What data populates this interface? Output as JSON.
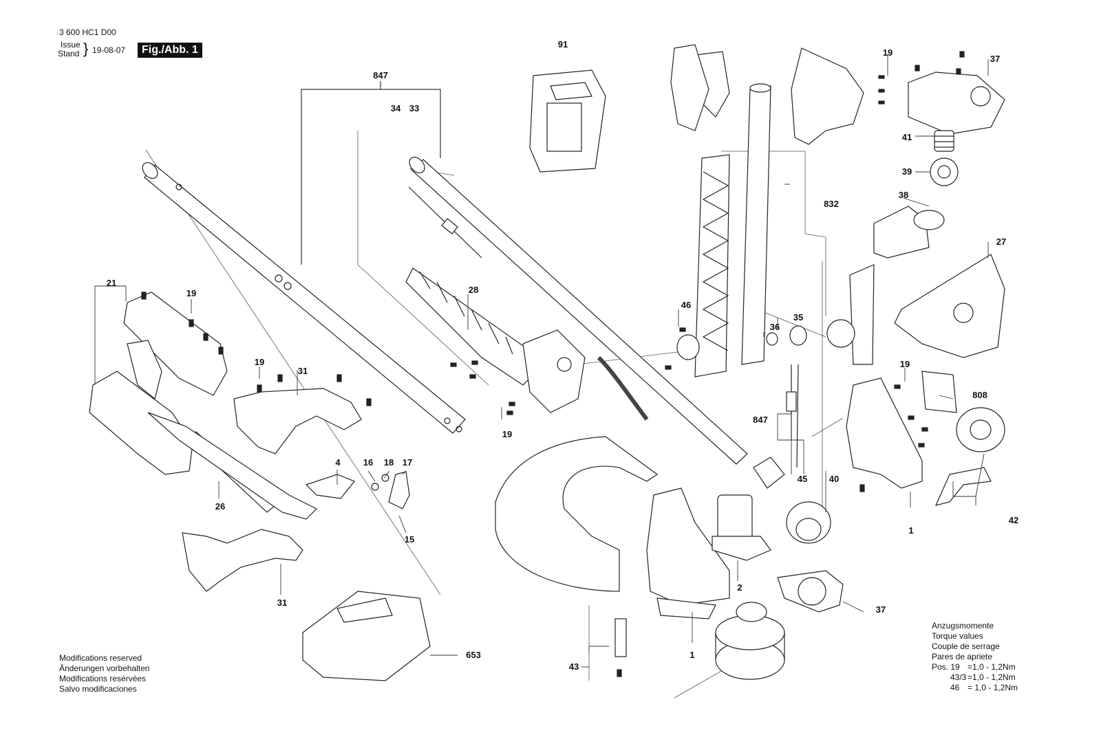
{
  "header": {
    "doc_number": "3 600 HC1 D00",
    "issue_label": "Issue",
    "stand_label": "Stand",
    "date": "19-08-07",
    "figure": "Fig./Abb. 1"
  },
  "footer_left": [
    "Modifications reserved",
    "Änderungen vorbehalten",
    "Modifications resérvées",
    "Salvo modificaciones"
  ],
  "torque": {
    "lines": [
      "Anzugsmomente",
      "Torque values",
      "Couple de serrage",
      "Pares de apriete"
    ],
    "rows": [
      {
        "pos": "Pos. 19",
        "value": "=1,0 - 1,2Nm"
      },
      {
        "pos": "43/3",
        "value": "=1,0 - 1,2Nm"
      },
      {
        "pos": "46",
        "value": "= 1,0 - 1,2Nm"
      }
    ]
  },
  "part_numbers": [
    {
      "id": "p847a",
      "label": "847"
    },
    {
      "id": "p34",
      "label": "34"
    },
    {
      "id": "p33",
      "label": "33"
    },
    {
      "id": "p91",
      "label": "91"
    },
    {
      "id": "p19a",
      "label": "19"
    },
    {
      "id": "p37a",
      "label": "37"
    },
    {
      "id": "p41",
      "label": "41"
    },
    {
      "id": "p39",
      "label": "39"
    },
    {
      "id": "p38",
      "label": "38"
    },
    {
      "id": "p832",
      "label": "832"
    },
    {
      "id": "p27",
      "label": "27"
    },
    {
      "id": "p21",
      "label": "21"
    },
    {
      "id": "p19b",
      "label": "19"
    },
    {
      "id": "p28",
      "label": "28"
    },
    {
      "id": "p46",
      "label": "46"
    },
    {
      "id": "p35",
      "label": "35"
    },
    {
      "id": "p36",
      "label": "36"
    },
    {
      "id": "p19c",
      "label": "19"
    },
    {
      "id": "p31a",
      "label": "31"
    },
    {
      "id": "p19d",
      "label": "19"
    },
    {
      "id": "p19e",
      "label": "19"
    },
    {
      "id": "p808",
      "label": "808"
    },
    {
      "id": "p847b",
      "label": "847"
    },
    {
      "id": "p4",
      "label": "4"
    },
    {
      "id": "p16",
      "label": "16"
    },
    {
      "id": "p18",
      "label": "18"
    },
    {
      "id": "p17",
      "label": "17"
    },
    {
      "id": "p45",
      "label": "45"
    },
    {
      "id": "p40",
      "label": "40"
    },
    {
      "id": "p26",
      "label": "26"
    },
    {
      "id": "p15",
      "label": "15"
    },
    {
      "id": "p1a",
      "label": "1"
    },
    {
      "id": "p42",
      "label": "42"
    },
    {
      "id": "p2",
      "label": "2"
    },
    {
      "id": "p31b",
      "label": "31"
    },
    {
      "id": "p37b",
      "label": "37"
    },
    {
      "id": "p653",
      "label": "653"
    },
    {
      "id": "p43",
      "label": "43"
    },
    {
      "id": "p1b",
      "label": "1"
    }
  ]
}
